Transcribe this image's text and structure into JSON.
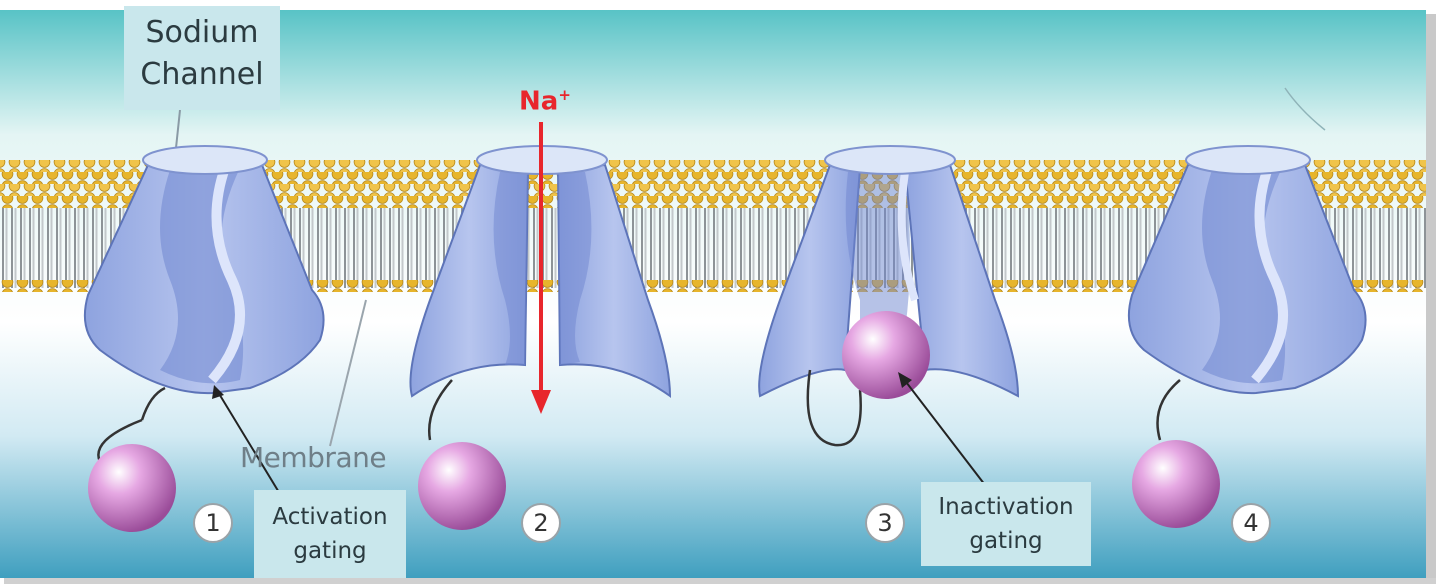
{
  "labels": {
    "sodium_line1": "Sodium",
    "sodium_line2": "Channel",
    "ion": "Na",
    "ion_charge": "+",
    "membrane": "Membrane",
    "activation_line1": "Activation",
    "activation_line2": "gating",
    "inactivation_line1": "Inactivation",
    "inactivation_line2": "gating"
  },
  "steps": [
    "1",
    "2",
    "3",
    "4"
  ],
  "colors": {
    "water_top": "#58c3c6",
    "water_mid": "#ffffff",
    "water_bottom": "#3f9fbf",
    "lipid_head": "#e7b52c",
    "lipid_tail": "#a9aeb2",
    "channel": "#a8b8e6",
    "channel_dark": "#6f86cf",
    "gate_ball": "#c777c4",
    "ion_arrow": "#e8262c",
    "callout_bg": "#c9e7ec"
  }
}
